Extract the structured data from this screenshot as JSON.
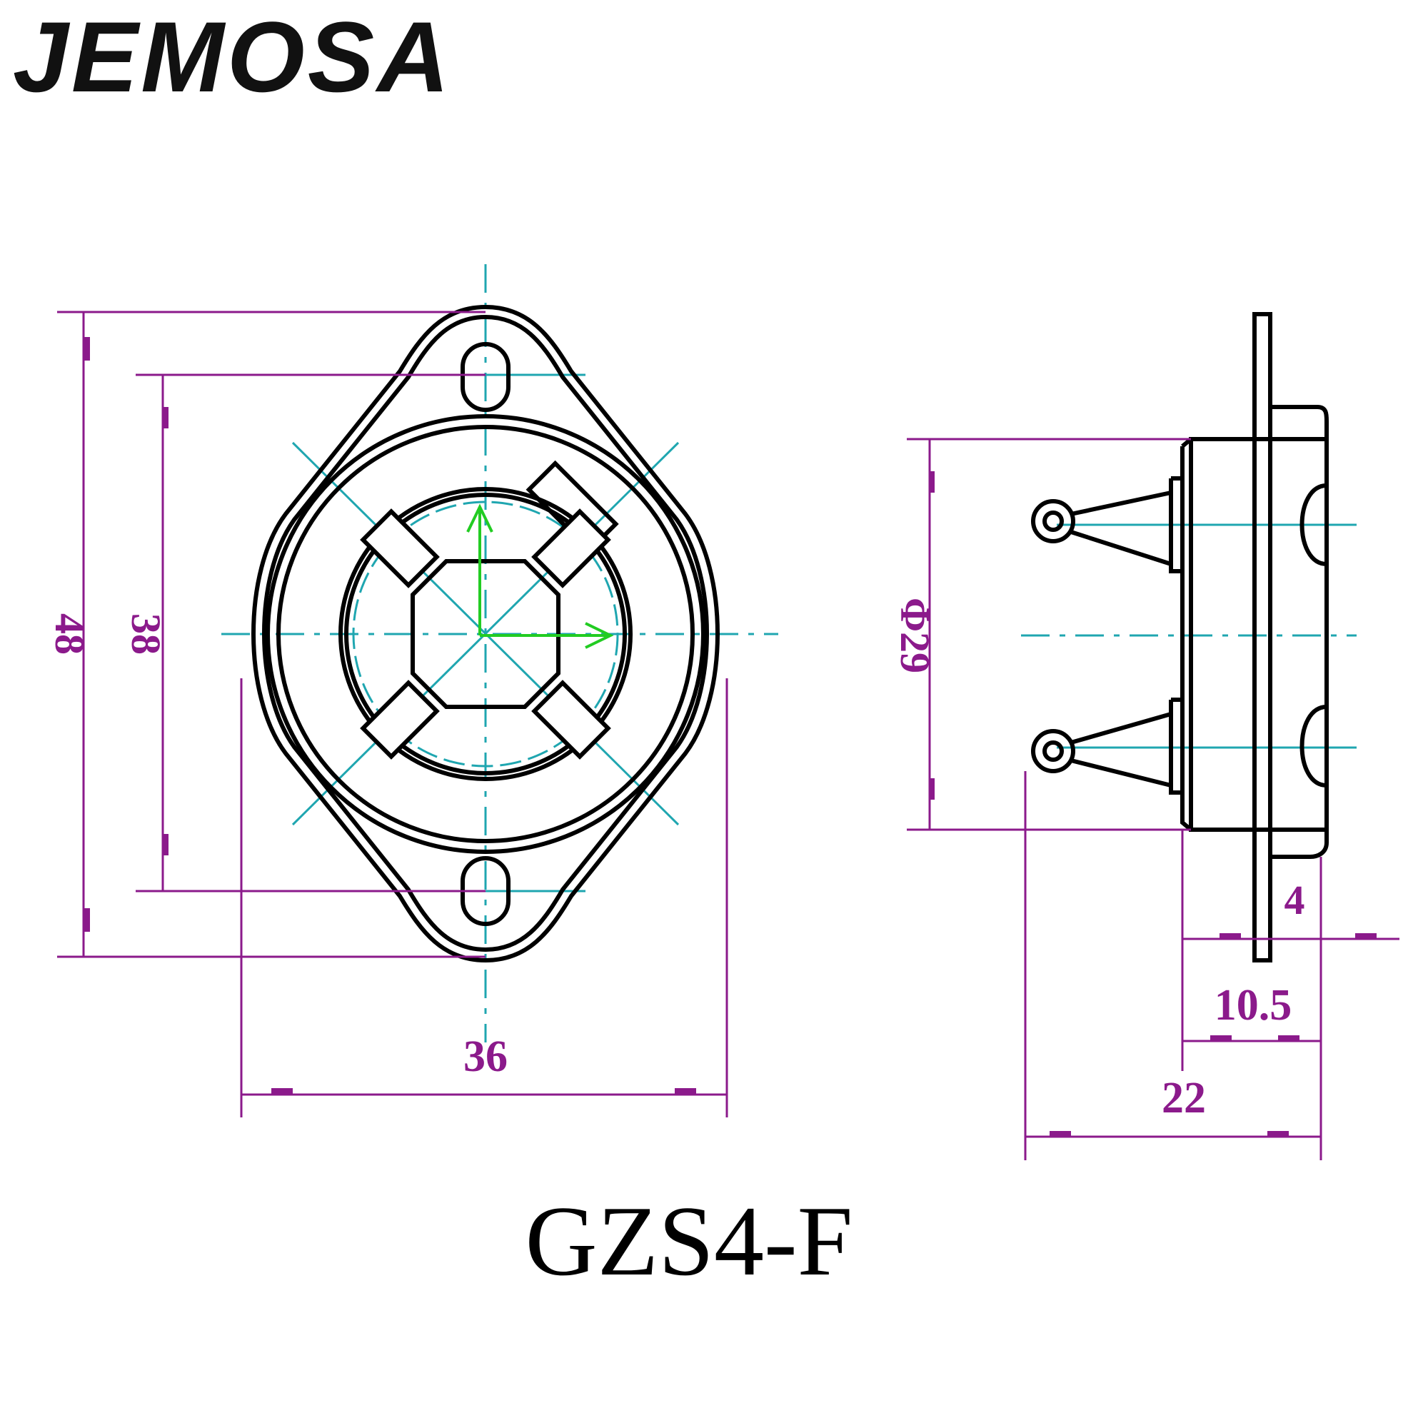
{
  "brand": "JEMOSA",
  "model": "GZS4-F",
  "dimensions": {
    "front_height_outer": "48",
    "front_height_holes": "38",
    "front_width": "36",
    "side_diameter": "Φ29",
    "side_flange": "4",
    "side_body": "10.5",
    "side_total": "22"
  },
  "colors": {
    "outline": "#000000",
    "dimension": "#8b1a8b",
    "centerline": "#1fa6b0",
    "axis": "#22cc22"
  }
}
